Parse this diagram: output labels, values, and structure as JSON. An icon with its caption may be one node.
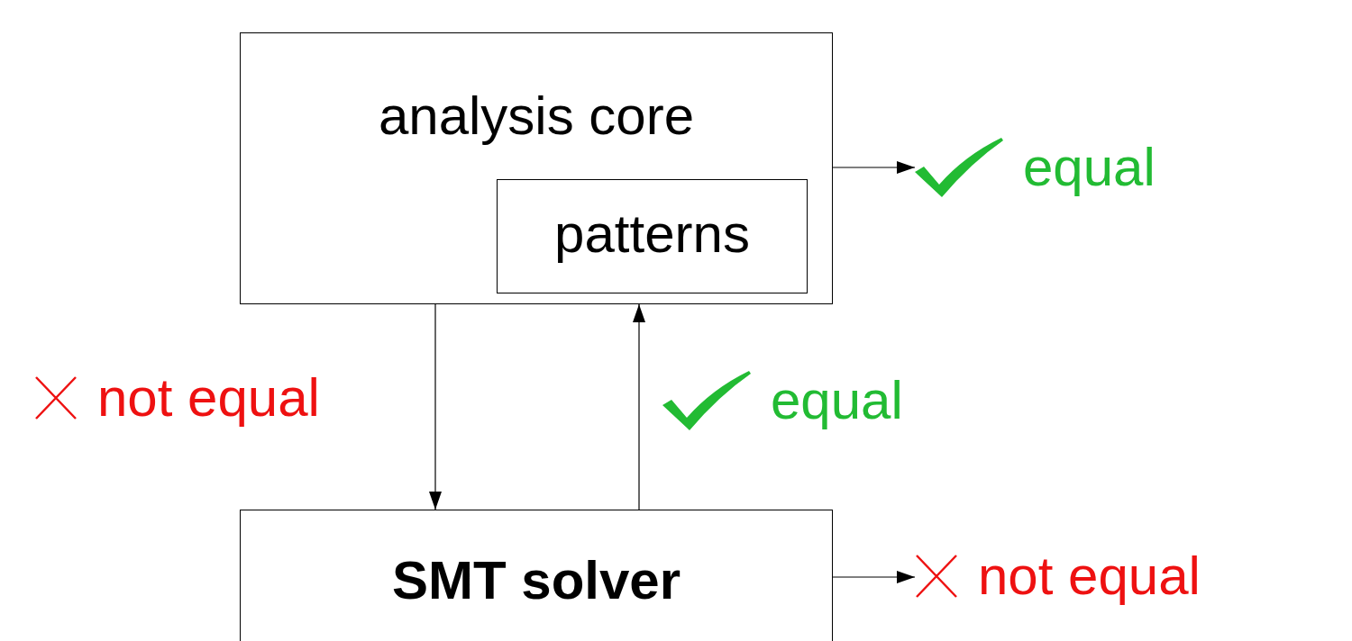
{
  "diagram": {
    "nodes": [
      {
        "text": [
          "analysis core"
        ]
      },
      {
        "text": [
          "patterns"
        ],
        "in": 0
      },
      {
        "text": [
          "SMT solver"
        ]
      },
      {
        "text": [
          "equal"
        ]
      },
      {
        "text": [
          "not equal"
        ]
      }
    ],
    "edges": [
      {
        "from": 0,
        "to": 3,
        "arrow": "to"
      },
      {
        "from": 0,
        "to": 2,
        "arrow": "to",
        "label": "not equal"
      },
      {
        "from": 2,
        "to": 0,
        "arrow": "to",
        "label": "equal"
      },
      {
        "from": 2,
        "to": 4,
        "arrow": "to"
      }
    ]
  }
}
